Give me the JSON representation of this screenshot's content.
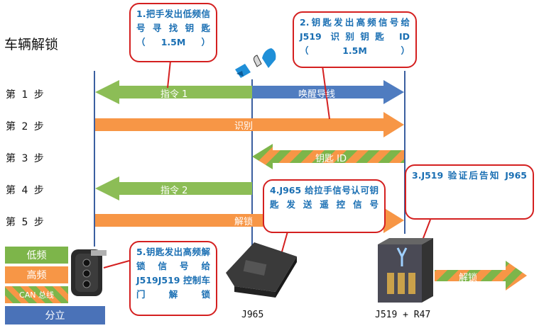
{
  "title": "车辆解锁",
  "steps": [
    "第 1 步",
    "第 2 步",
    "第 3 步",
    "第 4 步",
    "第 5 步"
  ],
  "arrows": {
    "cmd1": "指令 1",
    "wake": "唤醒导线",
    "identify": "识别",
    "key_id": "钥匙 ID",
    "cmd2": "指令 2",
    "unlock": "解锁",
    "unlock_out": "解锁"
  },
  "legend": {
    "low": "低频",
    "high": "高频",
    "can": "CAN 总线",
    "discrete": "分立"
  },
  "callouts": {
    "c1": "1.把手发出低频信号寻找钥匙（1.5M）",
    "c2": "2.钥匙发出高频信号给 J519 识别钥匙 ID（1.5M）",
    "c3": "3.J519 验证后告知 J965",
    "c4": "4.J965 给拉手信号认可钥匙发送遥控信号",
    "c5": "5.钥匙发出高频解锁信号给 J519J519 控制车门解锁"
  },
  "devices": {
    "j965": "J965",
    "j519": "J519 + R47"
  },
  "colors": {
    "low_freq": "#7db54a",
    "high_freq": "#f79646",
    "wire": "#4a72b8",
    "discrete": "#4a72b8",
    "callout_border": "#d42020",
    "callout_text": "#1a6fb3"
  }
}
